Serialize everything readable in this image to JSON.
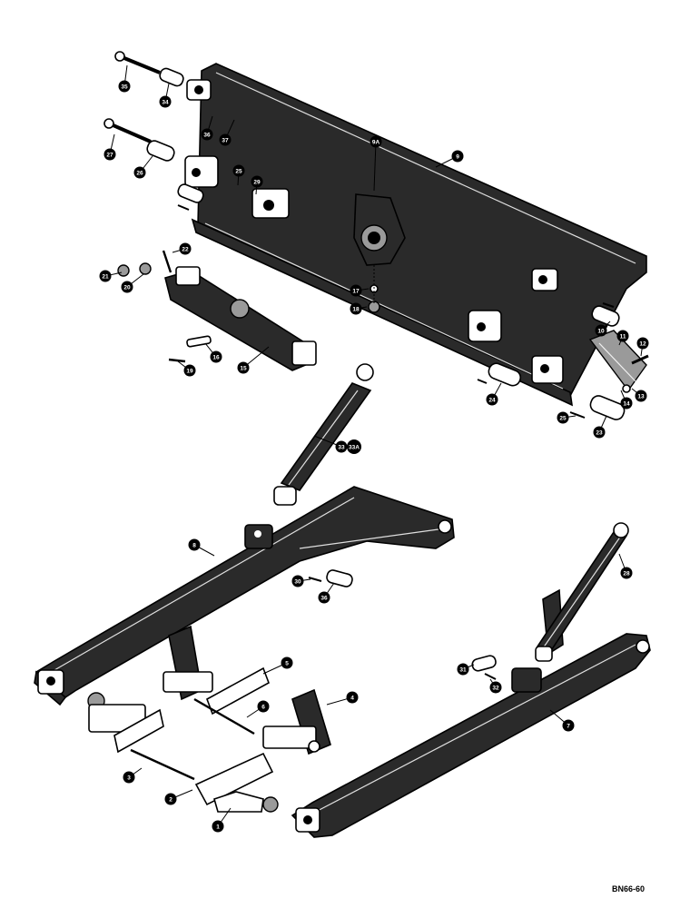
{
  "drawing_code": "BN66-60",
  "callouts": [
    {
      "id": "c35",
      "label": "35"
    },
    {
      "id": "c34",
      "label": "34"
    },
    {
      "id": "c36a",
      "label": "36"
    },
    {
      "id": "c37",
      "label": "37"
    },
    {
      "id": "c27",
      "label": "27"
    },
    {
      "id": "c26",
      "label": "26"
    },
    {
      "id": "c25",
      "label": "25"
    },
    {
      "id": "c29",
      "label": "29"
    },
    {
      "id": "c9a",
      "label": "9A"
    },
    {
      "id": "c9",
      "label": "9"
    },
    {
      "id": "c22",
      "label": "22"
    },
    {
      "id": "c21",
      "label": "21"
    },
    {
      "id": "c20",
      "label": "20"
    },
    {
      "id": "c17",
      "label": "17"
    },
    {
      "id": "c18",
      "label": "18"
    },
    {
      "id": "c16",
      "label": "16"
    },
    {
      "id": "c19",
      "label": "19"
    },
    {
      "id": "c15",
      "label": "15"
    },
    {
      "id": "c10",
      "label": "10"
    },
    {
      "id": "c11",
      "label": "11"
    },
    {
      "id": "c12",
      "label": "12"
    },
    {
      "id": "c13",
      "label": "13"
    },
    {
      "id": "c14",
      "label": "14"
    },
    {
      "id": "c24",
      "label": "24"
    },
    {
      "id": "c25b",
      "label": "25"
    },
    {
      "id": "c23",
      "label": "23"
    },
    {
      "id": "c33",
      "label": "33"
    },
    {
      "id": "c33a",
      "label": "33A"
    },
    {
      "id": "c8",
      "label": "8"
    },
    {
      "id": "c30",
      "label": "30"
    },
    {
      "id": "c36b",
      "label": "36"
    },
    {
      "id": "c28",
      "label": "28"
    },
    {
      "id": "c5",
      "label": "5"
    },
    {
      "id": "c6",
      "label": "6"
    },
    {
      "id": "c4",
      "label": "4"
    },
    {
      "id": "c31",
      "label": "31"
    },
    {
      "id": "c32",
      "label": "32"
    },
    {
      "id": "c7",
      "label": "7"
    },
    {
      "id": "c3",
      "label": "3"
    },
    {
      "id": "c2",
      "label": "2"
    },
    {
      "id": "c1",
      "label": "1"
    }
  ]
}
